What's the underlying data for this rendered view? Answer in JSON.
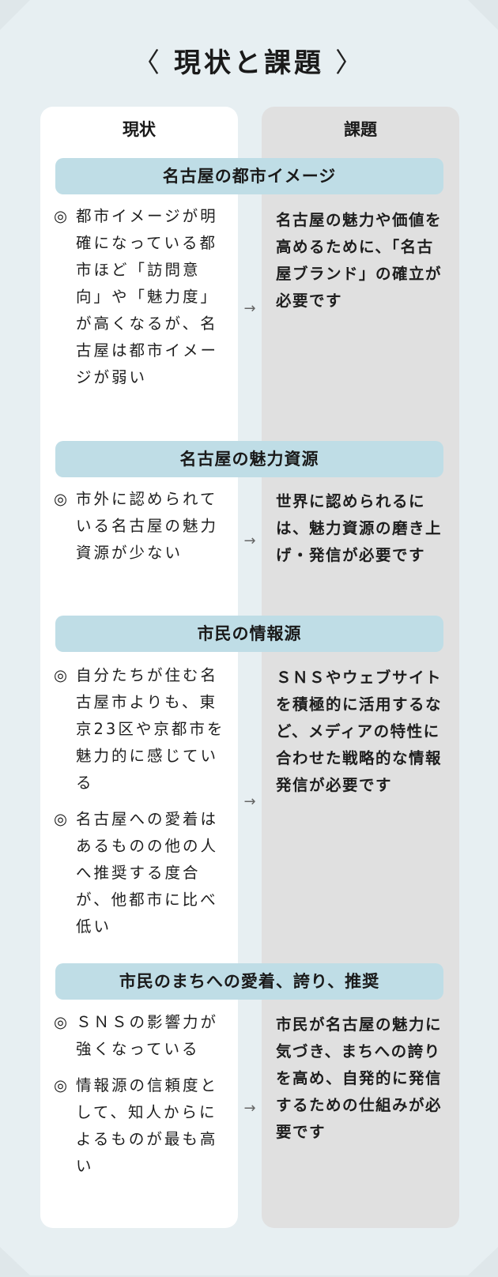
{
  "title": {
    "text": "現状と課題",
    "left_bracket": "〈",
    "right_bracket": "〉"
  },
  "columns": {
    "current": "現状",
    "issues": "課題"
  },
  "colors": {
    "page_background": "#e7eff2",
    "current_card": "#ffffff",
    "issues_card": "#e0e0e0",
    "section_bar": "#bfdde6"
  },
  "bullet_mark": "◎",
  "arrow": "→",
  "sections": [
    {
      "heading": "名古屋の都市イメージ",
      "current": [
        "都市イメージが明確になっている都市ほど「訪問意向」や「魅力度」が高くなるが、名古屋は都市イメージが弱い"
      ],
      "issue": "名古屋の魅力や価値を高めるために、「名古屋ブランド」の確立が必要です"
    },
    {
      "heading": "名古屋の魅力資源",
      "current": [
        "市外に認められている名古屋の魅力資源が少ない"
      ],
      "issue": "世界に認められるには、魅力資源の磨き上げ・発信が必要です"
    },
    {
      "heading": "市民の情報源",
      "current": [
        "自分たちが住む名古屋市よりも、東京23区や京都市を魅力的に感じている",
        "名古屋への愛着はあるものの他の人へ推奨する度合が、他都市に比べ低い"
      ],
      "issue": "ＳＮＳやウェブサイトを積極的に活用するなど、メディアの特性に合わせた戦略的な情報発信が必要です"
    },
    {
      "heading": "市民のまちへの愛着、誇り、推奨",
      "current": [
        "ＳＮＳの影響力が強くなっている",
        "情報源の信頼度として、知人からによるものが最も高い"
      ],
      "issue": "市民が名古屋の魅力に気づき、まちへの誇りを高め、自発的に発信するための仕組みが必要です"
    }
  ]
}
